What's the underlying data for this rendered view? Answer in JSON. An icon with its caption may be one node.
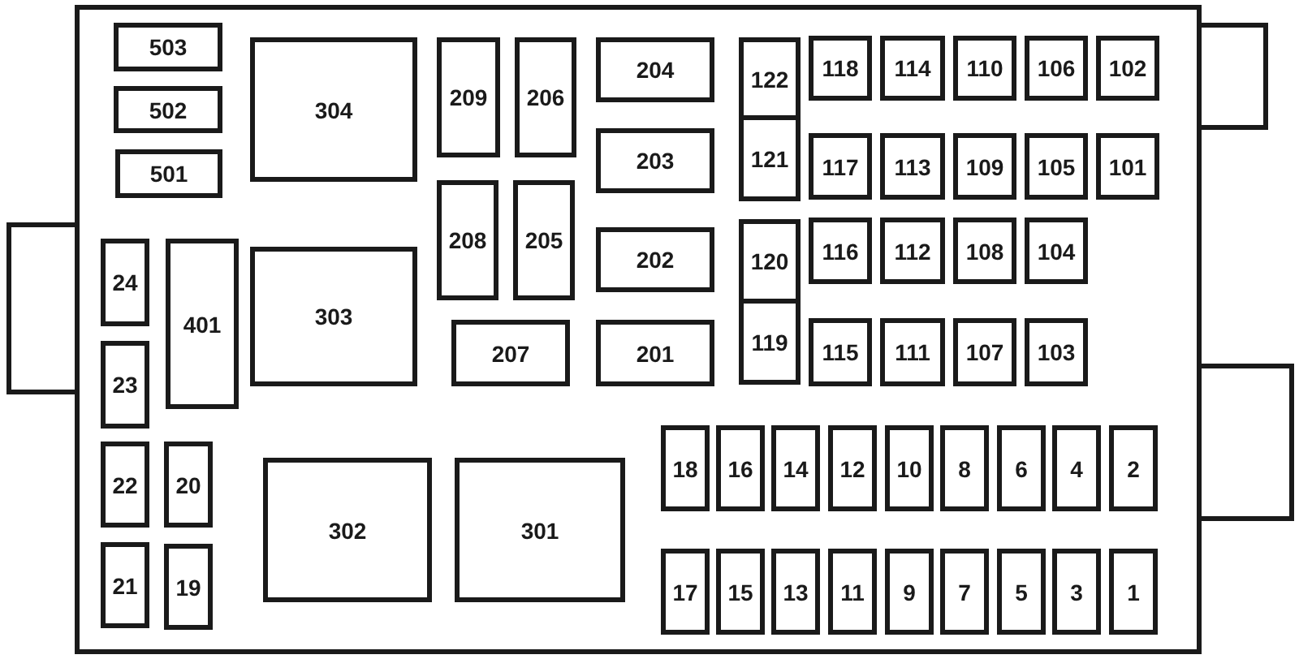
{
  "diagram": {
    "nodes": [
      {
        "text": [],
        "shape": "box"
      },
      {
        "text": [
          "503"
        ],
        "in": 0
      },
      {
        "text": [
          "502"
        ],
        "in": 0
      },
      {
        "text": [
          "501"
        ],
        "in": 0
      },
      {
        "text": [
          "304"
        ],
        "in": 0
      },
      {
        "text": [
          "209"
        ],
        "in": 0
      },
      {
        "text": [
          "206"
        ],
        "in": 0
      },
      {
        "text": [
          "208"
        ],
        "in": 0
      },
      {
        "text": [
          "205"
        ],
        "in": 0
      },
      {
        "text": [
          "207"
        ],
        "in": 0
      },
      {
        "text": [
          "204"
        ],
        "in": 0
      },
      {
        "text": [
          "203"
        ],
        "in": 0
      },
      {
        "text": [
          "202"
        ],
        "in": 0
      },
      {
        "text": [
          "201"
        ],
        "in": 0
      },
      {
        "text": [
          "122"
        ],
        "in": 0
      },
      {
        "text": [
          "121"
        ],
        "in": 0
      },
      {
        "text": [
          "120"
        ],
        "in": 0
      },
      {
        "text": [
          "119"
        ],
        "in": 0
      },
      {
        "text": [
          "118"
        ],
        "in": 0
      },
      {
        "text": [
          "114"
        ],
        "in": 0
      },
      {
        "text": [
          "110"
        ],
        "in": 0
      },
      {
        "text": [
          "106"
        ],
        "in": 0
      },
      {
        "text": [
          "102"
        ],
        "in": 0
      },
      {
        "text": [
          "117"
        ],
        "in": 0
      },
      {
        "text": [
          "113"
        ],
        "in": 0
      },
      {
        "text": [
          "109"
        ],
        "in": 0
      },
      {
        "text": [
          "105"
        ],
        "in": 0
      },
      {
        "text": [
          "101"
        ],
        "in": 0
      },
      {
        "text": [
          "116"
        ],
        "in": 0
      },
      {
        "text": [
          "112"
        ],
        "in": 0
      },
      {
        "text": [
          "108"
        ],
        "in": 0
      },
      {
        "text": [
          "104"
        ],
        "in": 0
      },
      {
        "text": [
          "115"
        ],
        "in": 0
      },
      {
        "text": [
          "111"
        ],
        "in": 0
      },
      {
        "text": [
          "107"
        ],
        "in": 0
      },
      {
        "text": [
          "103"
        ],
        "in": 0
      },
      {
        "text": [
          "24"
        ],
        "in": 0
      },
      {
        "text": [
          "401"
        ],
        "in": 0
      },
      {
        "text": [
          "303"
        ],
        "in": 0
      },
      {
        "text": [
          "23"
        ],
        "in": 0
      },
      {
        "text": [
          "22"
        ],
        "in": 0
      },
      {
        "text": [
          "20"
        ],
        "in": 0
      },
      {
        "text": [
          "302"
        ],
        "in": 0
      },
      {
        "text": [
          "301"
        ],
        "in": 0
      },
      {
        "text": [
          "21"
        ],
        "in": 0
      },
      {
        "text": [
          "19"
        ],
        "in": 0
      },
      {
        "text": [
          "18"
        ],
        "in": 0
      },
      {
        "text": [
          "16"
        ],
        "in": 0
      },
      {
        "text": [
          "14"
        ],
        "in": 0
      },
      {
        "text": [
          "12"
        ],
        "in": 0
      },
      {
        "text": [
          "10"
        ],
        "in": 0
      },
      {
        "text": [
          "8"
        ],
        "in": 0
      },
      {
        "text": [
          "6"
        ],
        "in": 0
      },
      {
        "text": [
          "4"
        ],
        "in": 0
      },
      {
        "text": [
          "2"
        ],
        "in": 0
      },
      {
        "text": [
          "17"
        ],
        "in": 0
      },
      {
        "text": [
          "15"
        ],
        "in": 0
      },
      {
        "text": [
          "13"
        ],
        "in": 0
      },
      {
        "text": [
          "11"
        ],
        "in": 0
      },
      {
        "text": [
          "9"
        ],
        "in": 0
      },
      {
        "text": [
          "7"
        ],
        "in": 0
      },
      {
        "text": [
          "5"
        ],
        "in": 0
      },
      {
        "text": [
          "3"
        ],
        "in": 0
      },
      {
        "text": [
          "1"
        ],
        "in": 0
      },
      {
        "text": [],
        "shape": "box"
      },
      {
        "text": [],
        "shape": "box"
      },
      {
        "text": [],
        "shape": "box"
      }
    ]
  }
}
